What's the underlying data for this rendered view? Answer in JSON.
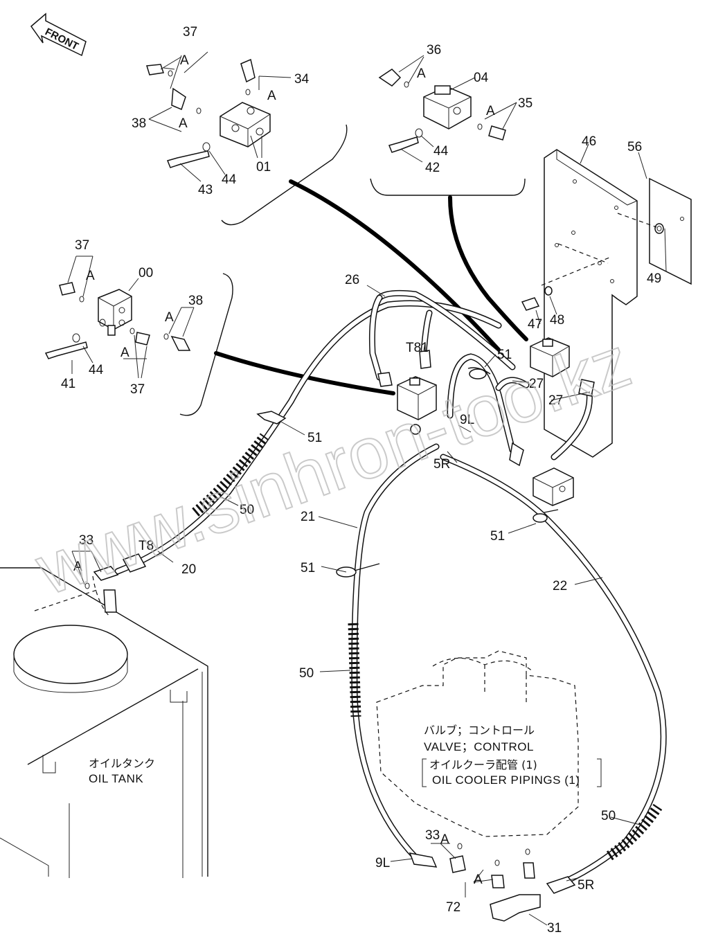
{
  "front_arrow": "FRONT",
  "watermark": "www.sinhron-too.kz",
  "tank": {
    "label_jp": "オイルタンク",
    "label_en": "OIL TANK"
  },
  "valve": {
    "line1_jp": "バルブ；コントロール",
    "line2_en": "VALVE；CONTROL",
    "line3_jp": "オイルクーラ配管 (1)",
    "line4_en": "OIL COOLER PIPINGS (1)"
  },
  "detail_top_left": {
    "block": "01",
    "fit_a": "37",
    "fit_b": "38",
    "fit_c": "34",
    "bolt": "43",
    "washer": "44",
    "ref": "A"
  },
  "detail_top_right": {
    "block": "04",
    "fit_a": "36",
    "fit_b": "35",
    "bolt": "42",
    "washer": "44",
    "ref": "A"
  },
  "detail_mid_left": {
    "block": "00",
    "fit_a": "37",
    "fit_b": "38",
    "fit_c": "37",
    "bolt": "41",
    "washer": "44",
    "ref": "A"
  },
  "bracket": {
    "plate": "46",
    "plate2": "56",
    "bolt": "47",
    "washer": "48",
    "washer2": "49"
  },
  "callouts": {
    "hose_26": "26",
    "t81": "T81",
    "clamp_51a": "51",
    "hose_27a": "27",
    "hose_27b": "27",
    "clamp_51b": "51",
    "port_9l_top": "9L",
    "port_5r_top": "5R",
    "sleeve_50a": "50",
    "pipe_21": "21",
    "clamp_51c": "51",
    "clamp_51d": "51",
    "pipe_22": "22",
    "fit_33a": "33",
    "ref_a1": "A",
    "t8": "T8",
    "hose_20": "20",
    "sleeve_50b": "50",
    "sleeve_50c": "50",
    "port_9l_bot": "9L",
    "fit_33b": "33",
    "ref_a2": "A",
    "ref_a3": "A",
    "fit_72": "72",
    "fit_31": "31",
    "port_5r_bot": "5R"
  }
}
